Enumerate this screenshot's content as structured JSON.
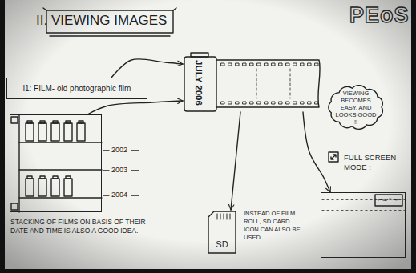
{
  "diagram": {
    "title": "II. VIEWING IMAGES",
    "nodes": [
      {
        "text": [
          "i1: FILM- old photographic film"
        ]
      },
      {
        "text": [
          "JULY 2006"
        ]
      },
      {
        "text": [
          "VIEWING BECOMES EASY, AND LOOKS GOOD !!"
        ]
      },
      {
        "text": [
          "STACKING OF FILMS ON BASIS OF THEIR DATE AND TIME IS ALSO A GOOD IDEA."
        ]
      },
      {
        "text": [
          "SD"
        ]
      },
      {
        "text": [
          "FULL SCREEN MODE :"
        ]
      }
    ],
    "edges": [
      {
        "from": 0,
        "to": 1,
        "arrow": "to"
      },
      {
        "from": 3,
        "to": 1,
        "arrow": "to"
      },
      {
        "from": 1,
        "to": 4,
        "arrow": "to"
      },
      {
        "from": 1,
        "to": 5,
        "arrow": "to"
      }
    ],
    "labels": [
      "PEoS",
      "2002",
      "2003",
      "2004",
      "INSTEAD OF FILM ROLL, SD CARD ICON CAN ALSO BE USED"
    ]
  }
}
